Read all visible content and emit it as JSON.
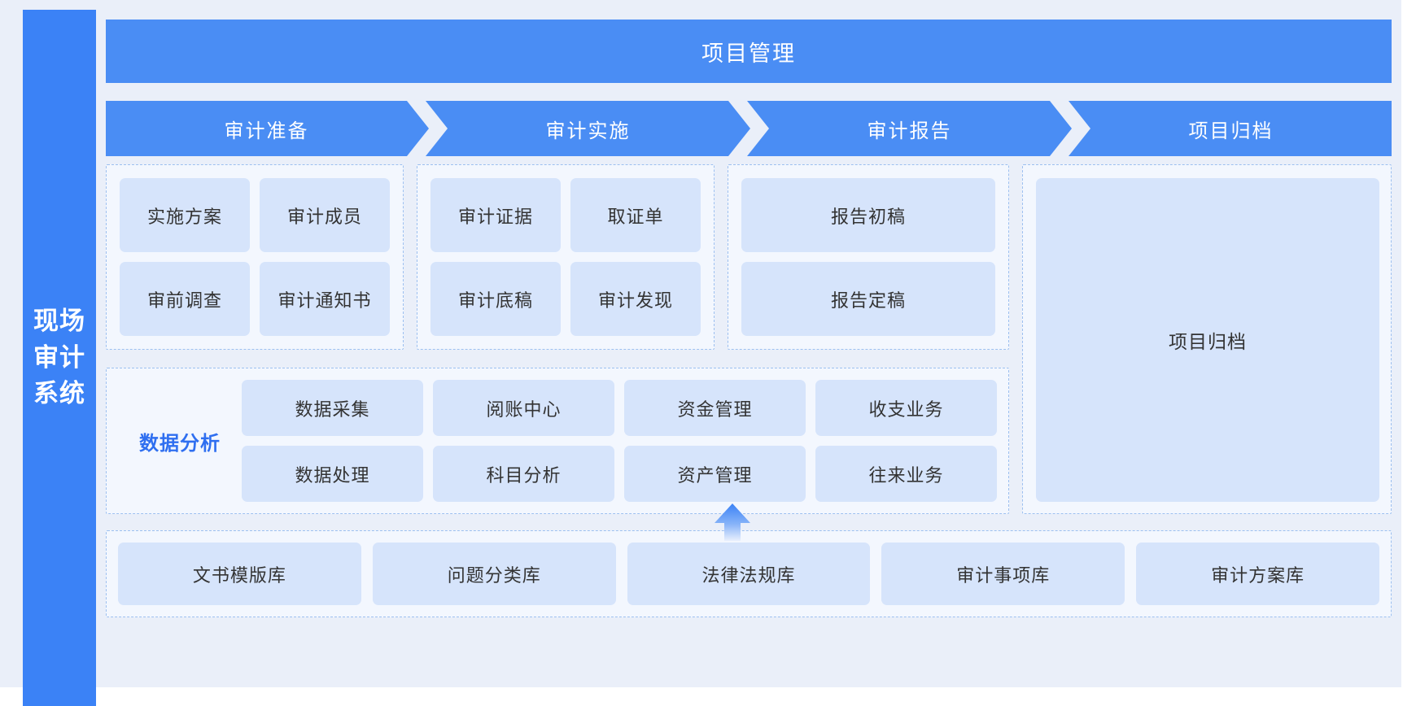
{
  "brand": {
    "title": "现场审计系统"
  },
  "top_banner": {
    "label": "项目管理"
  },
  "phases": [
    {
      "label": "审计准备"
    },
    {
      "label": "审计实施"
    },
    {
      "label": "审计报告"
    },
    {
      "label": "项目归档"
    }
  ],
  "stages": {
    "prepare": {
      "modules": [
        "实施方案",
        "审计成员",
        "审前调查",
        "审计通知书"
      ]
    },
    "execute": {
      "modules": [
        "审计证据",
        "取证单",
        "审计底稿",
        "审计发现"
      ]
    },
    "report": {
      "modules": [
        "报告初稿",
        "报告定稿"
      ]
    },
    "archive": {
      "modules": [
        "项目归档"
      ]
    }
  },
  "data_analysis": {
    "label": "数据分析",
    "modules": [
      "数据采集",
      "阅账中心",
      "资金管理",
      "收支业务",
      "数据处理",
      "科目分析",
      "资产管理",
      "往来业务"
    ]
  },
  "libraries": {
    "modules": [
      "文书模版库",
      "问题分类库",
      "法律法规库",
      "审计事项库",
      "审计方案库"
    ]
  },
  "connector": {
    "name": "up-arrow"
  },
  "colors": {
    "page_background": "#eaeff9",
    "brand_blue": "#3b82f6",
    "banner_blue": "#4a8df4",
    "module_fill": "#d6e4fb",
    "dashed_border": "#9dc0f0",
    "dashed_fill": "#f3f7fe",
    "accent_text": "#2f6ff0",
    "module_text": "#333333"
  }
}
